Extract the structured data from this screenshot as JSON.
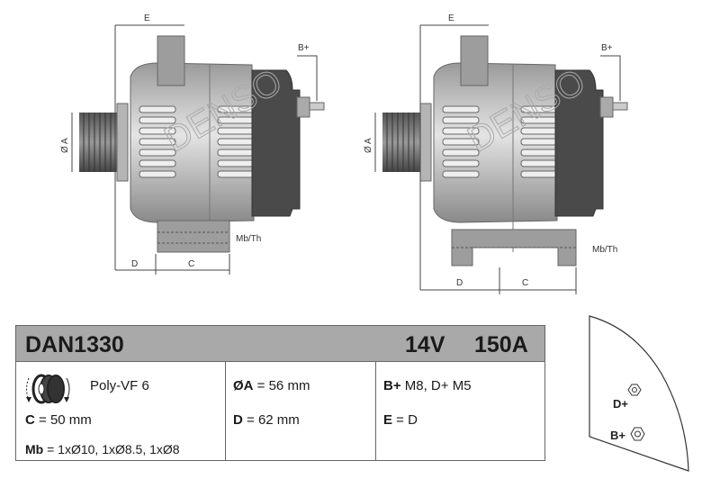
{
  "drawing": {
    "brand_watermark": "DENSO",
    "left_view": {
      "dim_e": "E",
      "dim_d": "D",
      "dim_c": "C",
      "dim_a": "Ø A",
      "terminal": "B+",
      "mount": "Mb/Th"
    },
    "right_view": {
      "dim_e": "E",
      "dim_d": "D",
      "dim_c": "C",
      "dim_a": "Ø A",
      "terminal": "B+",
      "mount": "Mb/Th"
    }
  },
  "spec": {
    "model": "DAN1330",
    "voltage": "14V",
    "current": "150A",
    "pulley": "Poly-VF 6",
    "c_label": "C",
    "c_value": " = 50 mm",
    "mb_label": "Mb",
    "mb_value": " = 1xØ10, 1xØ8.5, 1xØ8",
    "a_label": "ØA",
    "a_value": " = 56 mm",
    "d_label": "D",
    "d_value": " = 62 mm",
    "terminals_label": "B+",
    "terminals_value": " M8, D+ M5",
    "e_label": "E",
    "e_value": " = D"
  },
  "connector": {
    "d_plus": "D+",
    "b_plus": "B+"
  },
  "colors": {
    "header": "#a9a9a9",
    "cover": "#4a4a4a",
    "body": "#c8c8c8"
  }
}
